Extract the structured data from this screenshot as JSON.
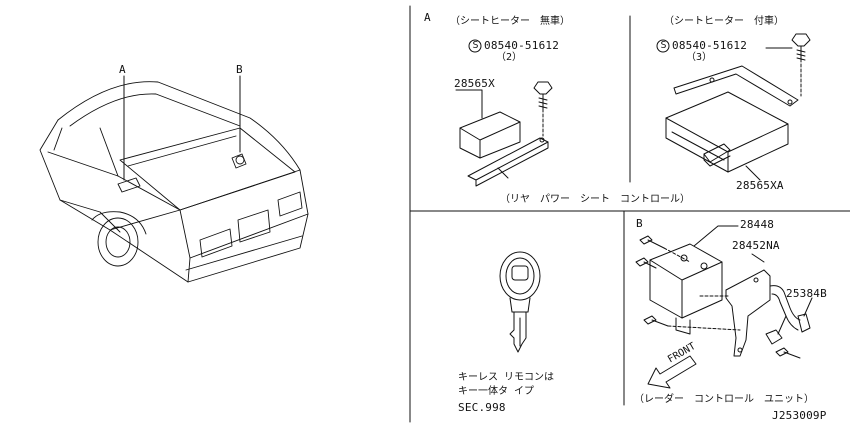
{
  "overview": {
    "callout_a": "A",
    "callout_b": "B"
  },
  "panel_a": {
    "letter": "A",
    "left": {
      "caption": "（シートヒーター　無車）",
      "screw_part": "08540-51612",
      "screw_qty": "（2）",
      "module_part": "28565X"
    },
    "right": {
      "caption": "（シートヒーター　付車）",
      "screw_part": "08540-51612",
      "screw_qty": "（3）",
      "module_part": "28565XA"
    },
    "bottom_caption": "（リヤ　パワー　シート　コントロール）"
  },
  "panel_key": {
    "note_line1": "キーレス リモコンは",
    "note_line2": "キー一体タ イプ",
    "ref": "SEC.998"
  },
  "panel_b": {
    "letter": "B",
    "part_unit": "28448",
    "part_bracket": "28452NA",
    "part_harness": "25384B",
    "front_label": "FRONT",
    "bottom_caption": "（レーダー　コントロール　ユニット）"
  },
  "footer": {
    "drawing_id": "J253009P"
  },
  "symbols": {
    "screw_symbol": "S"
  }
}
